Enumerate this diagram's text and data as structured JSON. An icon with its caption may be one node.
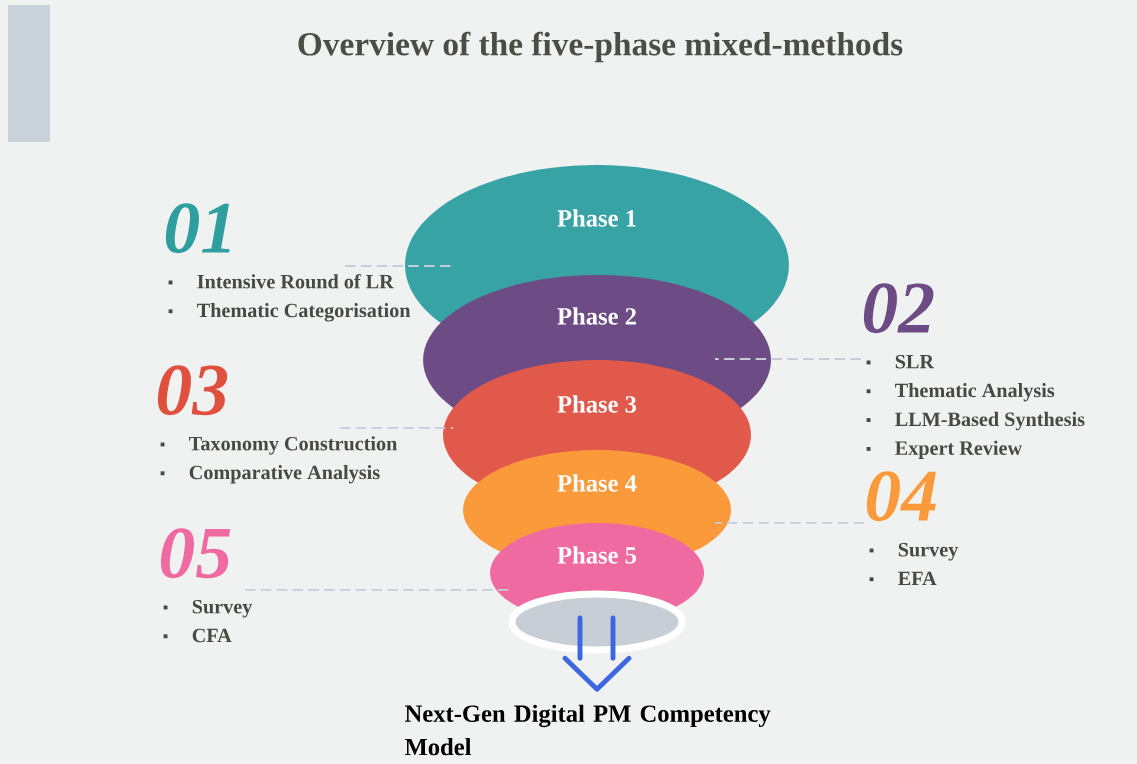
{
  "diagram": {
    "title": "Overview of the five-phase mixed-methods",
    "nodes": [
      {
        "text": [
          "Phase 1"
        ]
      },
      {
        "text": [
          "Phase 2"
        ]
      },
      {
        "text": [
          "Phase 3"
        ]
      },
      {
        "text": [
          "Phase 4"
        ]
      },
      {
        "text": [
          "Phase 5"
        ]
      },
      {
        "text": [],
        "shape": "circle"
      },
      {
        "text": [
          "Next-Gen Digital PM Competency Model"
        ]
      },
      {
        "text": [
          "01",
          "Intensive Round of LR",
          "Thematic Categorisation"
        ]
      },
      {
        "text": [
          "02",
          "SLR",
          "Thematic Analysis",
          "LLM-Based Synthesis",
          "Expert Review"
        ]
      },
      {
        "text": [
          "03",
          "Taxonomy Construction",
          "Comparative Analysis"
        ]
      },
      {
        "text": [
          "04",
          "Survey",
          "EFA"
        ]
      },
      {
        "text": [
          "05",
          "Survey",
          "CFA"
        ]
      }
    ],
    "edges": [
      {
        "from": 7,
        "to": 0,
        "arrow": "none",
        "style": "dashed"
      },
      {
        "from": 8,
        "to": 1,
        "arrow": "none",
        "style": "dashed"
      },
      {
        "from": 9,
        "to": 2,
        "arrow": "none",
        "style": "dashed"
      },
      {
        "from": 10,
        "to": 3,
        "arrow": "none",
        "style": "dashed"
      },
      {
        "from": 11,
        "to": 4,
        "arrow": "none",
        "style": "dashed"
      },
      {
        "from": 5,
        "to": 6,
        "arrow": "to",
        "style": "thick",
        "color": "#3d66e0"
      }
    ]
  }
}
